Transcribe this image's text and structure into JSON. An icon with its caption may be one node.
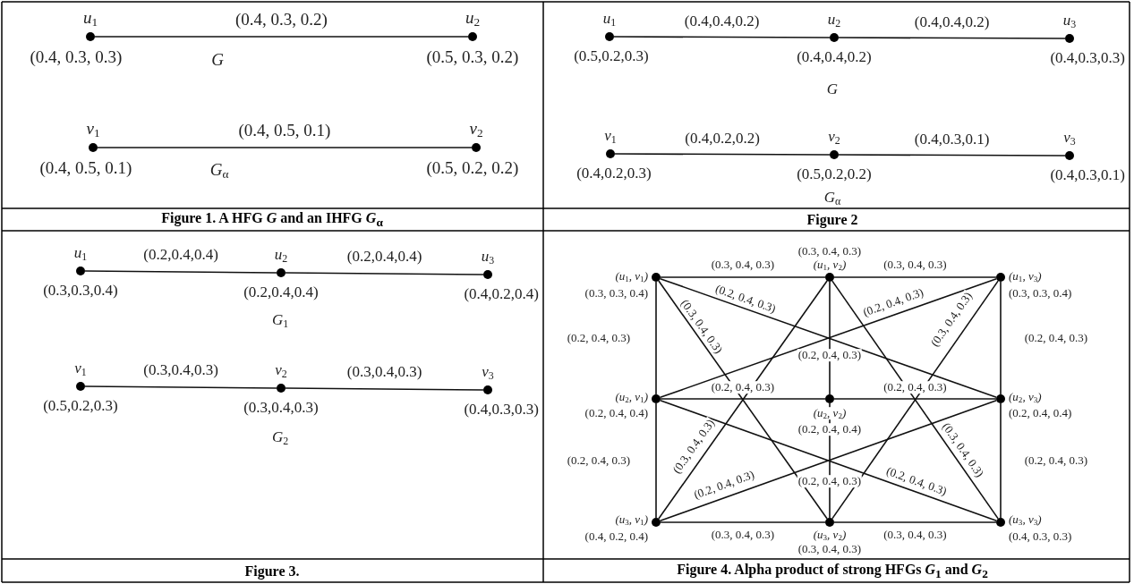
{
  "diagram": {
    "nodes": [
      {
        "text": [
          "u$_{1}$"
        ],
        "beside": [
          "(0.4, 0.3, 0.3)"
        ]
      },
      {
        "text": [
          "u$_{2}$"
        ],
        "beside": [
          "(0.5, 0.3, 0.2)"
        ]
      },
      {
        "text": [
          "v$_{1}$"
        ],
        "beside": [
          "(0.4, 0.5, 0.1)"
        ]
      },
      {
        "text": [
          "v$_{2}$"
        ],
        "beside": [
          "(0.5, 0.2, 0.2)"
        ]
      },
      {
        "text": [
          "u$_{1}$"
        ],
        "beside": [
          "(0.5,0.2,0.3)"
        ]
      },
      {
        "text": [
          "u$_{2}$"
        ],
        "beside": [
          "(0.4,0.4,0.2)"
        ]
      },
      {
        "text": [
          "u$_{3}$"
        ],
        "beside": [
          "(0.4,0.3,0.3)"
        ]
      },
      {
        "text": [
          "v$_{1}$"
        ],
        "beside": [
          "(0.4,0.2,0.3)"
        ]
      },
      {
        "text": [
          "v$_{2}$"
        ],
        "beside": [
          "(0.5,0.2,0.2)"
        ]
      },
      {
        "text": [
          "v$_{3}$"
        ],
        "beside": [
          "(0.4,0.3,0.1)"
        ]
      },
      {
        "text": [
          "u$_{1}$"
        ],
        "beside": [
          "(0.3,0.3,0.4)"
        ]
      },
      {
        "text": [
          "u$_{2}$"
        ],
        "beside": [
          "(0.2,0.4,0.4)"
        ]
      },
      {
        "text": [
          "u$_{3}$"
        ],
        "beside": [
          "(0.4,0.2,0.4)"
        ]
      },
      {
        "text": [
          "v$_{1}$"
        ],
        "beside": [
          "(0.5,0.2,0.3)"
        ]
      },
      {
        "text": [
          "v$_{2}$"
        ],
        "beside": [
          "(0.3,0.4,0.3)"
        ]
      },
      {
        "text": [
          "v$_{3}$"
        ],
        "beside": [
          "(0.4,0.3,0.3)"
        ]
      },
      {
        "text": [
          "(u$_{1}$, v$_{1}$)"
        ],
        "beside": [
          "(0.3, 0.3, 0.4)"
        ]
      },
      {
        "text": [
          "(u$_{1}$, v$_{2}$)"
        ],
        "beside": [
          "(0.3, 0.4, 0.3)"
        ]
      },
      {
        "text": [
          "(u$_{1}$, v$_{3}$)"
        ],
        "beside": [
          "(0.3, 0.3, 0.4)"
        ]
      },
      {
        "text": [
          "(u$_{2}$, v$_{1}$)"
        ],
        "beside": [
          "(0.2, 0.4, 0.4)"
        ]
      },
      {
        "text": [
          "(u$_{2}$, v$_{2}$)"
        ],
        "beside": [
          "(0.2, 0.4, 0.4)"
        ]
      },
      {
        "text": [
          "(u$_{2}$, v$_{3}$)"
        ],
        "beside": [
          "(0.2, 0.4, 0.4)"
        ]
      },
      {
        "text": [
          "(u$_{3}$, v$_{1}$)"
        ],
        "beside": [
          "(0.4, 0.2, 0.4)"
        ]
      },
      {
        "text": [
          "(u$_{3}$, v$_{2}$)"
        ],
        "beside": [
          "(0.3, 0.4, 0.3)"
        ]
      },
      {
        "text": [
          "(u$_{3}$, v$_{3}$)"
        ],
        "beside": [
          "(0.4, 0.3, 0.3)"
        ]
      }
    ],
    "edges": [
      {
        "from": 0,
        "to": 1,
        "arrow": "none",
        "label": "(0.4, 0.3, 0.2)"
      },
      {
        "from": 2,
        "to": 3,
        "arrow": "none",
        "label": "(0.4, 0.5, 0.1)"
      },
      {
        "from": 4,
        "to": 5,
        "arrow": "none",
        "label": "(0.4,0.4,0.2)"
      },
      {
        "from": 5,
        "to": 6,
        "arrow": "none",
        "label": "(0.4,0.4,0.2)"
      },
      {
        "from": 7,
        "to": 8,
        "arrow": "none",
        "label": "(0.4,0.2,0.2)"
      },
      {
        "from": 8,
        "to": 9,
        "arrow": "none",
        "label": "(0.4,0.3,0.1)"
      },
      {
        "from": 10,
        "to": 11,
        "arrow": "none",
        "label": "(0.2,0.4,0.4)"
      },
      {
        "from": 11,
        "to": 12,
        "arrow": "none",
        "label": "(0.2,0.4,0.4)"
      },
      {
        "from": 13,
        "to": 14,
        "arrow": "none",
        "label": "(0.3,0.4,0.3)"
      },
      {
        "from": 14,
        "to": 15,
        "arrow": "none",
        "label": "(0.3,0.4,0.3)"
      },
      {
        "from": 16,
        "to": 17,
        "arrow": "none",
        "label": "(0.3, 0.4, 0.3)"
      },
      {
        "from": 17,
        "to": 18,
        "arrow": "none",
        "label": "(0.3, 0.4, 0.3)"
      },
      {
        "from": 19,
        "to": 20,
        "arrow": "none",
        "label": "(0.2, 0.4, 0.3)"
      },
      {
        "from": 20,
        "to": 21,
        "arrow": "none",
        "label": "(0.2, 0.4, 0.3)"
      },
      {
        "from": 22,
        "to": 23,
        "arrow": "none",
        "label": "(0.3, 0.4, 0.3)"
      },
      {
        "from": 23,
        "to": 24,
        "arrow": "none",
        "label": "(0.3, 0.4, 0.3)"
      },
      {
        "from": 16,
        "to": 19,
        "arrow": "none",
        "label": "(0.2, 0.4, 0.3)"
      },
      {
        "from": 19,
        "to": 22,
        "arrow": "none",
        "label": "(0.2, 0.4, 0.3)"
      },
      {
        "from": 17,
        "to": 20,
        "arrow": "none",
        "label": "(0.2, 0.4, 0.3)"
      },
      {
        "from": 20,
        "to": 23,
        "arrow": "none",
        "label": "(0.2, 0.4, 0.3)"
      },
      {
        "from": 18,
        "to": 21,
        "arrow": "none",
        "label": "(0.2, 0.4, 0.3)"
      },
      {
        "from": 21,
        "to": 24,
        "arrow": "none",
        "label": "(0.2, 0.4, 0.3)"
      },
      {
        "from": 16,
        "to": 23,
        "arrow": "none",
        "label": "(0.3, 0.4, 0.3)"
      },
      {
        "from": 16,
        "to": 21,
        "arrow": "none",
        "label": "(0.2, 0.4, 0.3)"
      },
      {
        "from": 17,
        "to": 22,
        "arrow": "none",
        "label": "(0.3, 0.4, 0.3)"
      },
      {
        "from": 17,
        "to": 24,
        "arrow": "none",
        "label": "(0.3, 0.4, 0.3)"
      },
      {
        "from": 18,
        "to": 19,
        "arrow": "none",
        "label": "(0.2, 0.4, 0.3)"
      },
      {
        "from": 18,
        "to": 23,
        "arrow": "none",
        "label": "(0.3, 0.4, 0.3)"
      },
      {
        "from": 19,
        "to": 24,
        "arrow": "none",
        "label": "(0.2, 0.4, 0.3)"
      },
      {
        "from": 21,
        "to": 22,
        "arrow": "none",
        "label": "(0.2, 0.4, 0.3)"
      }
    ],
    "labels": [
      "G",
      "G$_{α}$",
      "Figure 1. A HFG *G* and an IHFG *G*$_{α}$",
      "G",
      "G$_{α}$",
      "Figure 2",
      "G$_{1}$",
      "G$_{2}$",
      "Figure 3.",
      "Figure 4. Alpha product of strong HFGs *G*$_{1}$ and *G*$_{2}$"
    ]
  }
}
